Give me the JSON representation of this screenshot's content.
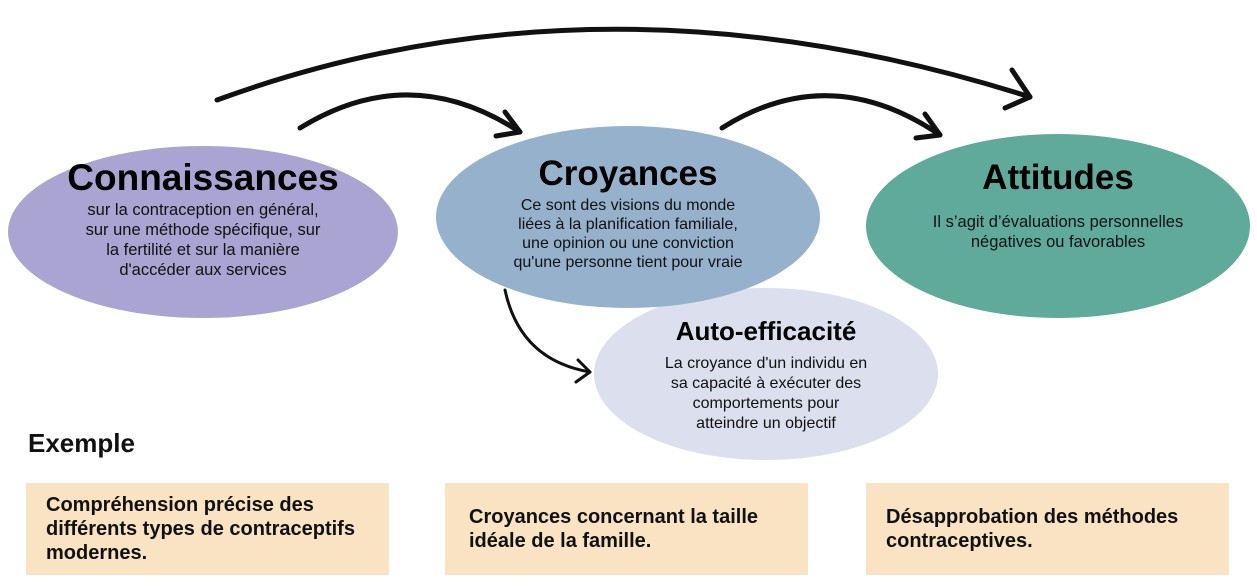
{
  "colors": {
    "connaissances": "#a9a4d2",
    "croyances": "#96b1cc",
    "attitudes": "#60aa9c",
    "auto_efficacite": "#dcdfee",
    "example_box": "#f9e3c3",
    "arrow": "#111111"
  },
  "nodes": {
    "connaissances": {
      "title": "Connaissances",
      "description": [
        "sur la contraception en général,",
        "sur une méthode spécifique, sur",
        "la fertilité et sur la manière",
        "d'accéder aux services"
      ]
    },
    "croyances": {
      "title": "Croyances",
      "description": [
        "Ce sont des visions du monde",
        "liées à la planification familiale,",
        "une opinion ou une conviction",
        "qu'une personne tient pour vraie"
      ]
    },
    "attitudes": {
      "title": "Attitudes",
      "description": [
        "Il s’agit d’évaluations personnelles",
        "négatives ou favorables"
      ]
    },
    "auto_efficacite": {
      "title": "Auto-efficacité",
      "description": [
        "La croyance d'un individu en",
        "sa capacité à exécuter des",
        "comportements pour",
        "atteindre un objectif"
      ]
    }
  },
  "example": {
    "heading": "Exemple",
    "boxes": [
      "Compréhension précise des différents types de contraceptifs modernes.",
      "Croyances concernant la taille idéale de la famille.",
      "Désapprobation des méthodes contraceptives."
    ]
  }
}
